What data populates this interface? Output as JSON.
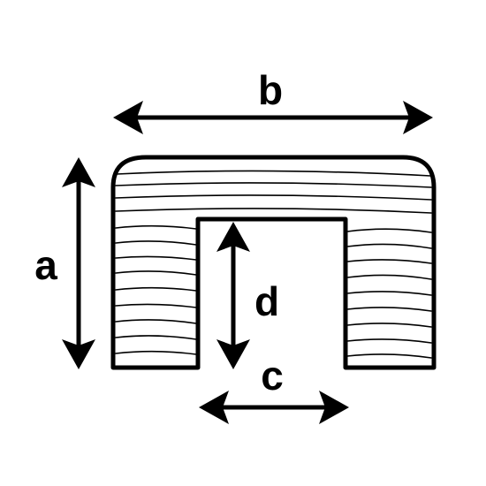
{
  "diagram": {
    "labels": {
      "b": "b",
      "a": "a",
      "d": "d",
      "c": "c"
    },
    "colors": {
      "stroke": "#000000",
      "background": "#ffffff"
    }
  }
}
